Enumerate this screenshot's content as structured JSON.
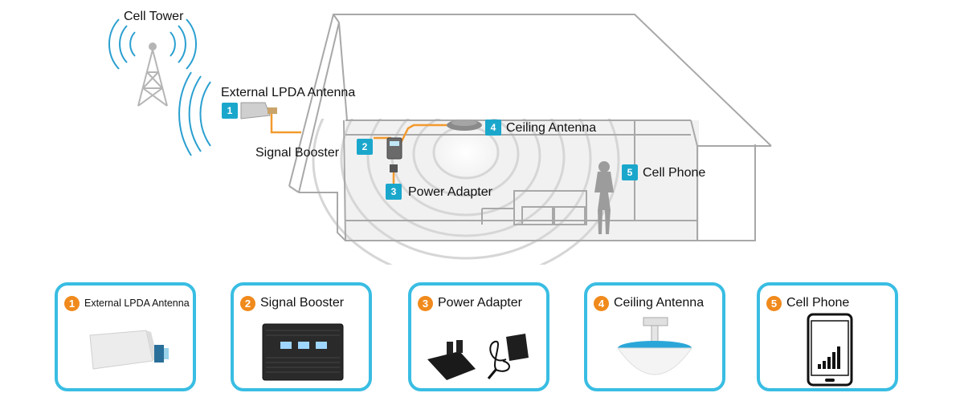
{
  "scene": {
    "cell_tower_label": "Cell Tower",
    "steps": [
      {
        "num": "1",
        "label": "External LPDA Antenna"
      },
      {
        "num": "2",
        "label": "Signal Booster"
      },
      {
        "num": "3",
        "label": "Power Adapter"
      },
      {
        "num": "4",
        "label": "Ceiling Antenna"
      },
      {
        "num": "5",
        "label": "Cell Phone"
      }
    ]
  },
  "cards": [
    {
      "num": "1",
      "title": "External LPDA Antenna"
    },
    {
      "num": "2",
      "title": "Signal Booster"
    },
    {
      "num": "3",
      "title": "Power Adapter"
    },
    {
      "num": "4",
      "title": "Ceiling Antenna"
    },
    {
      "num": "5",
      "title": "Cell Phone"
    }
  ],
  "colors": {
    "accent_blue": "#1ba7cc",
    "card_border": "#39bde3",
    "badge_orange": "#f08a1c",
    "cable_orange": "#f29a2e"
  }
}
